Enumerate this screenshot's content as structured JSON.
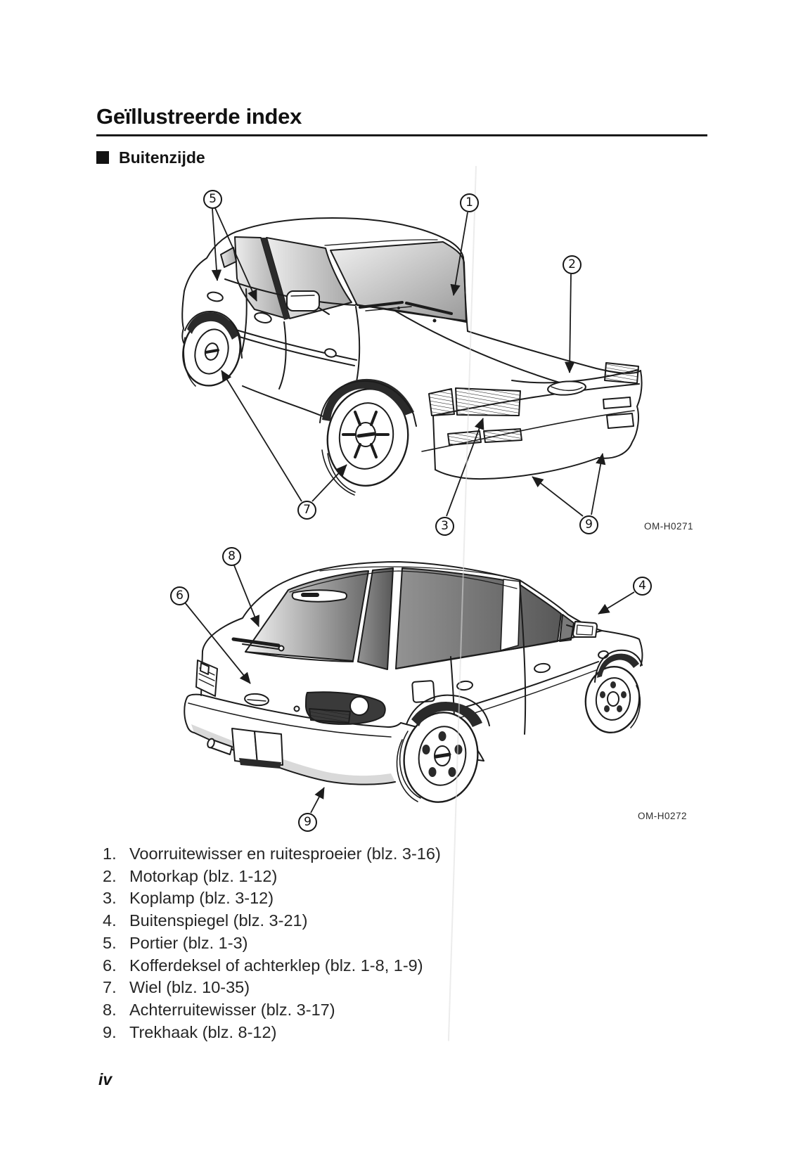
{
  "page": {
    "title": "Geïllustreerde index",
    "section": "Buitenzijde",
    "page_number": "iv"
  },
  "figures": [
    {
      "name": "buitenzijde-vooraanzicht",
      "code": "OM-H0271",
      "callouts": [
        {
          "label": "5"
        },
        {
          "label": "1"
        },
        {
          "label": "2"
        },
        {
          "label": "7"
        },
        {
          "label": "3"
        },
        {
          "label": "9"
        }
      ]
    },
    {
      "name": "buitenzijde-achteraanzicht",
      "code": "OM-H0272",
      "callouts": [
        {
          "label": "8"
        },
        {
          "label": "6"
        },
        {
          "label": "4"
        },
        {
          "label": "9"
        }
      ]
    }
  ],
  "legend": {
    "items": [
      {
        "num": "1.",
        "text": "Voorruitewisser en ruitesproeier (blz. 3-16)"
      },
      {
        "num": "2.",
        "text": "Motorkap (blz. 1-12)"
      },
      {
        "num": "3.",
        "text": "Koplamp (blz. 3-12)"
      },
      {
        "num": "4.",
        "text": "Buitenspiegel (blz. 3-21)"
      },
      {
        "num": "5.",
        "text": "Portier (blz. 1-3)"
      },
      {
        "num": "6.",
        "text": "Kofferdeksel of achterklep (blz. 1-8, 1-9)"
      },
      {
        "num": "7.",
        "text": "Wiel (blz. 10-35)"
      },
      {
        "num": "8.",
        "text": "Achterruitewisser (blz. 3-17)"
      },
      {
        "num": "9.",
        "text": "Trekhaak (blz. 8-12)"
      }
    ]
  },
  "colors": {
    "ink": "#1c1c1c",
    "glass_light": "#ededed",
    "glass_dark": "#5a5a5a",
    "shadow": "#2a2a2a",
    "paper": "#ffffff"
  }
}
